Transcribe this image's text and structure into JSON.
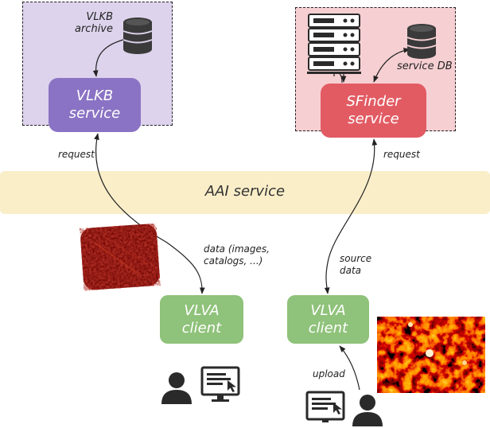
{
  "vlkb": {
    "archive_label": [
      "VLKB",
      "archive"
    ],
    "service_label": [
      "VLKB",
      "service"
    ],
    "region_color": "#ddd3ec",
    "node_color": "#8a73c4"
  },
  "sfinder": {
    "db_label": "service DB",
    "service_label": [
      "SFinder",
      "service"
    ],
    "region_color": "#f6cfd2",
    "node_color": "#e25b63"
  },
  "aai": {
    "label": "AAI service",
    "color": "#faeec9"
  },
  "edges": {
    "request_left": "request",
    "request_right": "request",
    "data_left": [
      "data (images,",
      "catalogs, ...)"
    ],
    "source_data": [
      "source",
      "data"
    ],
    "upload": "upload"
  },
  "clients": {
    "left": [
      "VLVA",
      "client"
    ],
    "right": [
      "VLVA",
      "client"
    ],
    "color": "#8fc27a"
  },
  "icons": [
    "database-icon",
    "server-rack-icon",
    "user-icon",
    "monitor-icon",
    "cursor-icon"
  ]
}
